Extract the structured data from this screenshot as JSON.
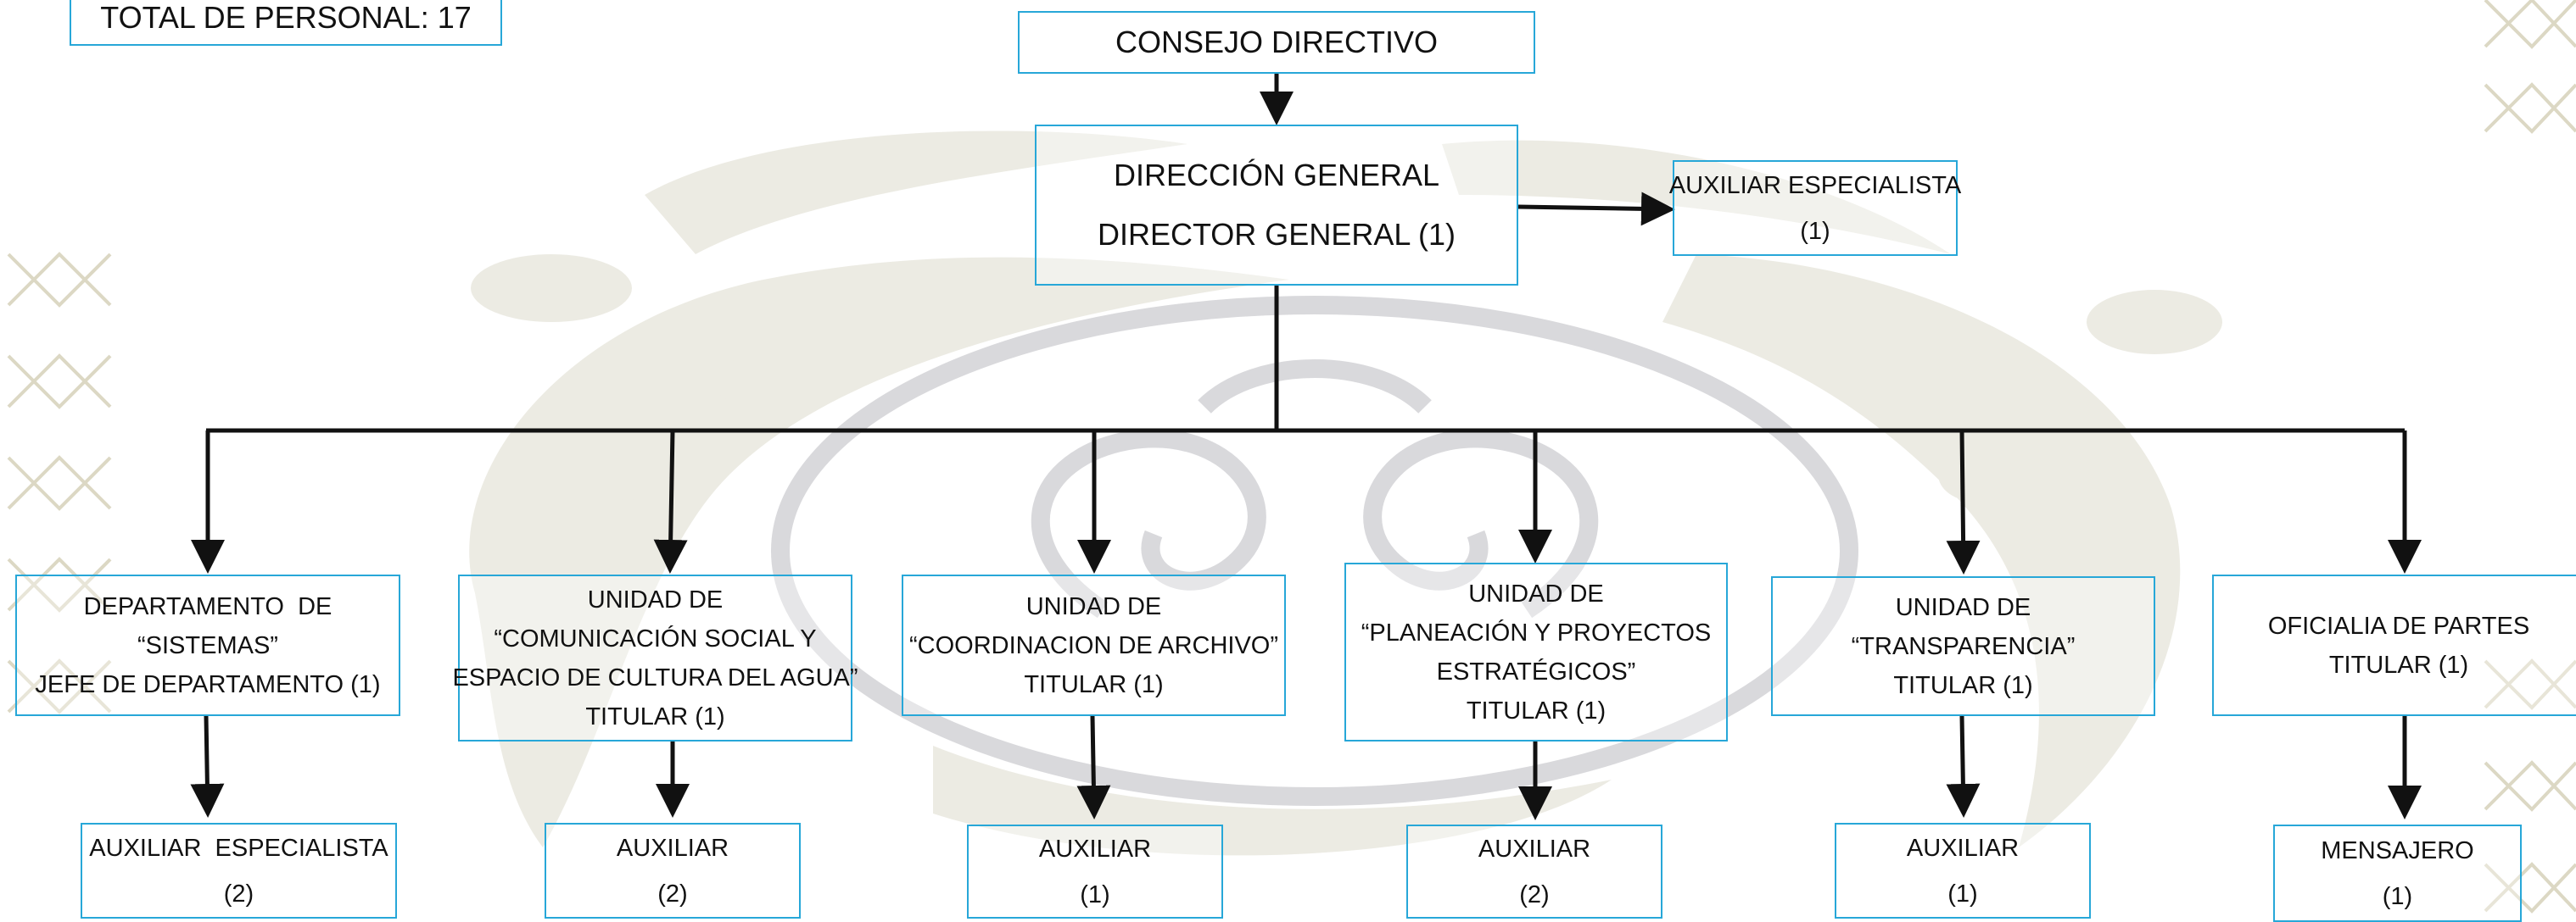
{
  "org_chart": {
    "total_personal": "TOTAL DE PERSONAL: 17",
    "board": {
      "label": "CONSEJO DIRECTIVO"
    },
    "director": {
      "lines": [
        "DIRECCIÓN GENERAL",
        "DIRECTOR GENERAL (1)"
      ]
    },
    "director_aux": {
      "lines": [
        "AUXILIAR ESPECIALISTA",
        "(1)"
      ]
    },
    "units": [
      {
        "id": "sistemas",
        "lines": [
          "DEPARTAMENTO  DE",
          "“SISTEMAS”",
          "JEFE DE DEPARTAMENTO (1)"
        ],
        "sub": [
          "AUXILIAR  ESPECIALISTA",
          "(2)"
        ]
      },
      {
        "id": "comunicacion",
        "lines": [
          "UNIDAD DE",
          "“COMUNICACIÓN SOCIAL Y",
          "ESPACIO DE CULTURA DEL AGUA”",
          "TITULAR (1)"
        ],
        "sub": [
          "AUXILIAR",
          "(2)"
        ]
      },
      {
        "id": "archivo",
        "lines": [
          "UNIDAD DE",
          "“COORDINACION DE ARCHIVO”",
          "TITULAR (1)"
        ],
        "sub": [
          "AUXILIAR",
          "(1)"
        ]
      },
      {
        "id": "planeacion",
        "lines": [
          "UNIDAD DE",
          "“PLANEACIÓN Y PROYECTOS",
          "ESTRATÉGICOS”",
          "TITULAR (1)"
        ],
        "sub": [
          "AUXILIAR",
          "(2)"
        ]
      },
      {
        "id": "transparencia",
        "lines": [
          "UNIDAD DE",
          "“TRANSPARENCIA”",
          "TITULAR (1)"
        ],
        "sub": [
          "AUXILIAR",
          "(1)"
        ]
      },
      {
        "id": "oficialia",
        "lines": [
          "OFICIALIA DE PARTES",
          "TITULAR (1)"
        ],
        "sub": [
          "MENSAJERO",
          "(1)"
        ]
      }
    ]
  },
  "colors": {
    "box_border": "#27a7d8",
    "connector": "#111111",
    "watermark_beige": "#ecebe3",
    "watermark_gray": "#d9d9dc"
  }
}
